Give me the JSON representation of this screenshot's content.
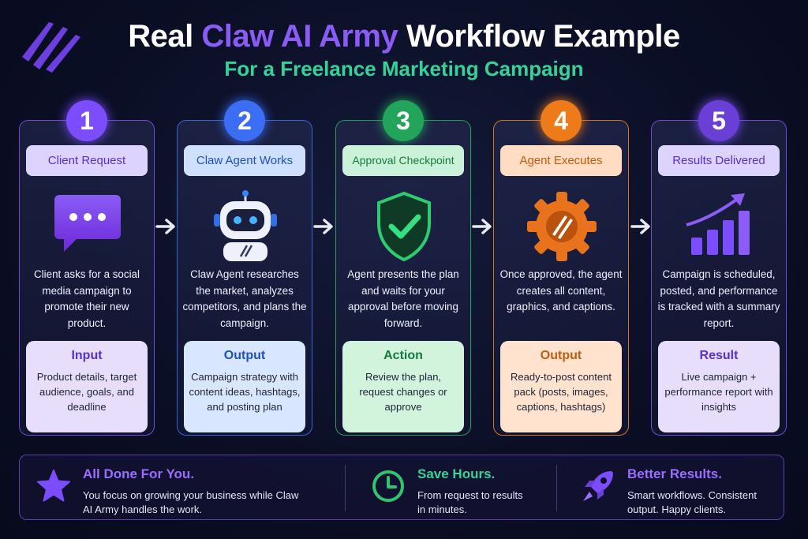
{
  "header": {
    "title_pre": "Real ",
    "title_hl": "Claw AI Army",
    "title_post": " Workflow Example",
    "subtitle": "For a Freelance Marketing Campaign"
  },
  "colors": {
    "purple": "#7c4dff",
    "blue": "#3b6ef5",
    "green": "#22a55a",
    "orange": "#ee7a1a",
    "violet": "#6a3fd6",
    "subtitle_green": "#34d399"
  },
  "steps": [
    {
      "number": "1",
      "title": "Client Request",
      "icon": "chat-bubble-icon",
      "description": "Client asks for a social media campaign to promote their new product.",
      "box_heading": "Input",
      "box_text": "Product details, target audience, goals, and deadline"
    },
    {
      "number": "2",
      "title": "Claw Agent Works",
      "icon": "robot-icon",
      "description": "Claw Agent researches the market, analyzes competitors, and plans the campaign.",
      "box_heading": "Output",
      "box_text": "Campaign strategy with content ideas, hashtags, and posting plan"
    },
    {
      "number": "3",
      "title": "Approval Checkpoint",
      "icon": "shield-check-icon",
      "description": "Agent presents the plan and waits for your approval before moving forward.",
      "box_heading": "Action",
      "box_text": "Review the plan, request changes or approve"
    },
    {
      "number": "4",
      "title": "Agent Executes",
      "icon": "gear-claw-icon",
      "description": "Once approved, the agent creates all content, graphics, and captions.",
      "box_heading": "Output",
      "box_text": "Ready-to-post content pack (posts, images, captions, hashtags)"
    },
    {
      "number": "5",
      "title": "Results Delivered",
      "icon": "growth-chart-icon",
      "description": "Campaign is scheduled, posted, and performance is tracked with a summary report.",
      "box_heading": "Result",
      "box_text": "Live campaign + performance report with insights"
    }
  ],
  "benefits": [
    {
      "icon": "star-icon",
      "title": "All Done For You.",
      "line1": "You focus on growing your business while Claw",
      "line2": "AI Army handles the work."
    },
    {
      "icon": "clock-icon",
      "title": "Save Hours.",
      "line1": "From request to results",
      "line2": "in minutes."
    },
    {
      "icon": "rocket-icon",
      "title": "Better Results.",
      "line1": "Smart workflows. Consistent",
      "line2": "output. Happy clients."
    }
  ]
}
